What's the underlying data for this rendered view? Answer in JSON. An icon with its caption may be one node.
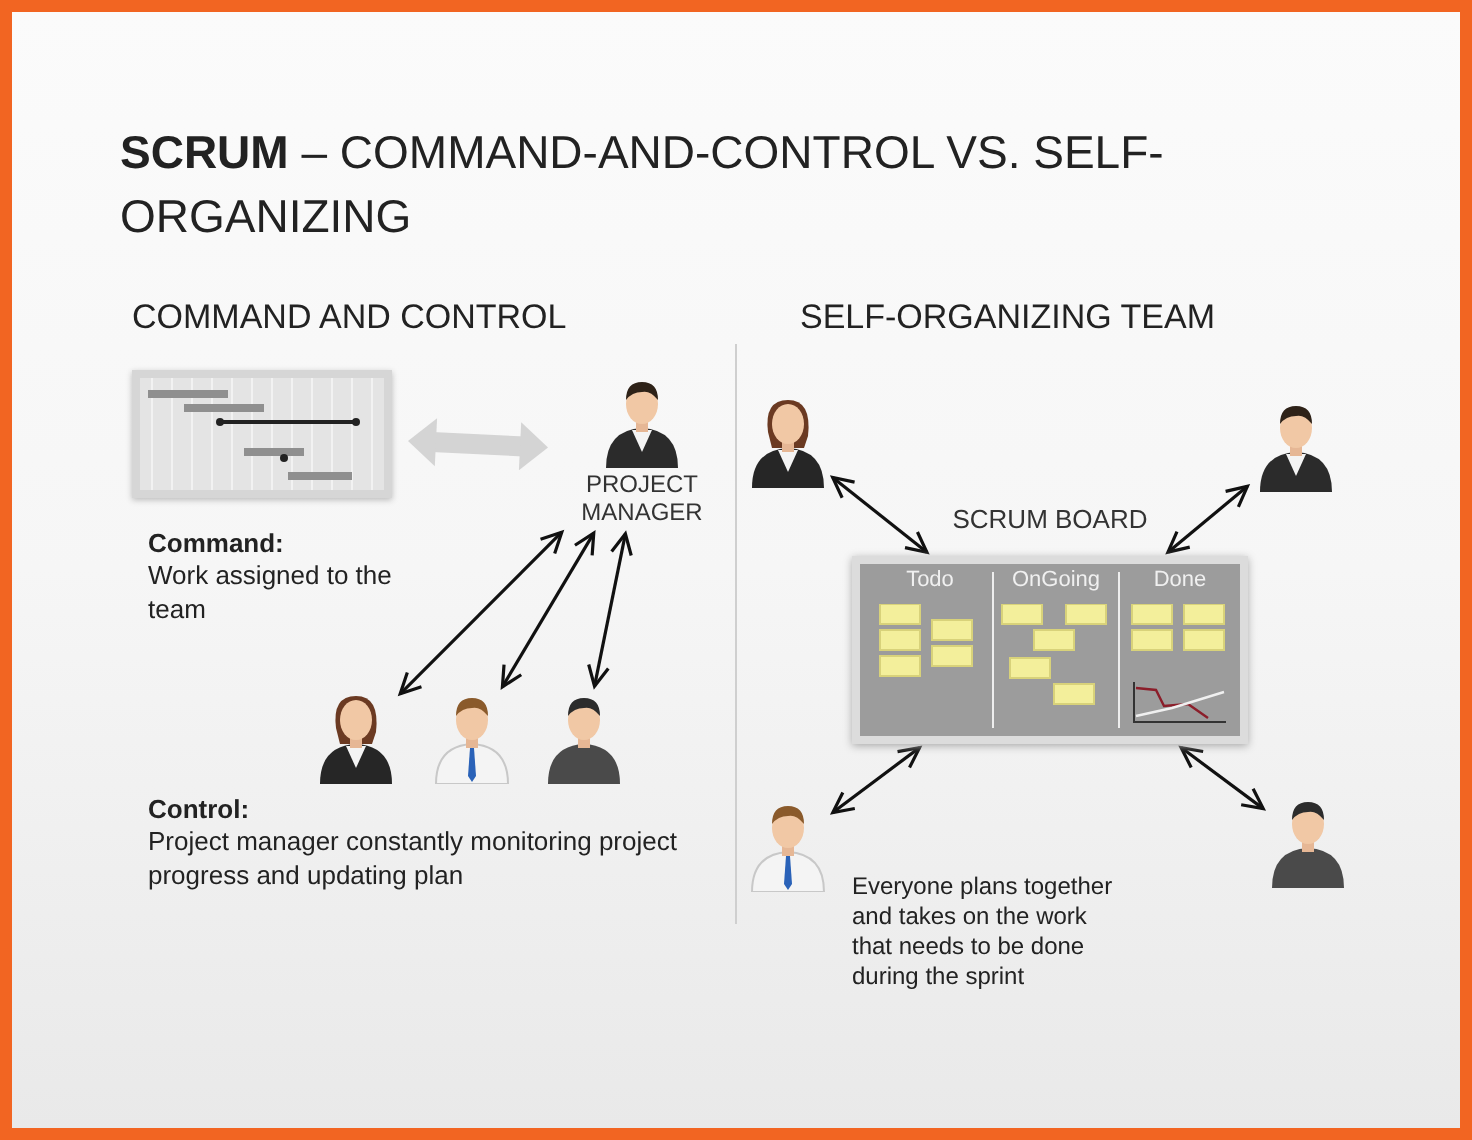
{
  "diagram": {
    "title": "**SCRUM** – COMMAND-AND-CONTROL VS. SELF-ORGANIZING",
    "nodes": [
      {
        "text": [],
        "shape": "picture"
      },
      {
        "text": [
          "PROJECT MANAGER"
        ]
      },
      {
        "text": [],
        "shape": "person"
      },
      {
        "text": [],
        "shape": "person"
      },
      {
        "text": [],
        "shape": "person"
      },
      {
        "text": [],
        "shape": "person"
      },
      {
        "text": [],
        "shape": "person"
      },
      {
        "text": [],
        "shape": "person"
      },
      {
        "text": [],
        "shape": "person"
      },
      {
        "text": [
          "SCRUM BOARD"
        ]
      },
      {
        "text": [
          "Todo"
        ],
        "in": 9
      },
      {
        "text": [
          "OnGoing"
        ],
        "in": 9
      },
      {
        "text": [
          "Done"
        ],
        "in": 9
      }
    ],
    "edges": [
      {
        "from": 0,
        "to": 1,
        "arrow": "both",
        "style": "thick",
        "color": "#d4d4d4"
      },
      {
        "from": 1,
        "to": 2,
        "arrow": "both"
      },
      {
        "from": 1,
        "to": 3,
        "arrow": "both"
      },
      {
        "from": 1,
        "to": 4,
        "arrow": "both"
      },
      {
        "from": 5,
        "to": 9,
        "arrow": "both"
      },
      {
        "from": 6,
        "to": 9,
        "arrow": "both"
      },
      {
        "from": 7,
        "to": 9,
        "arrow": "both"
      },
      {
        "from": 8,
        "to": 9,
        "arrow": "both"
      }
    ],
    "labels": [
      "COMMAND AND CONTROL",
      "SELF-ORGANIZING TEAM",
      "**Command:** Work assigned to the team",
      "**Control:** Project manager constantly monitoring project progress and updating plan",
      "Everyone plans together and takes on the work that needs to be done during the sprint"
    ]
  }
}
